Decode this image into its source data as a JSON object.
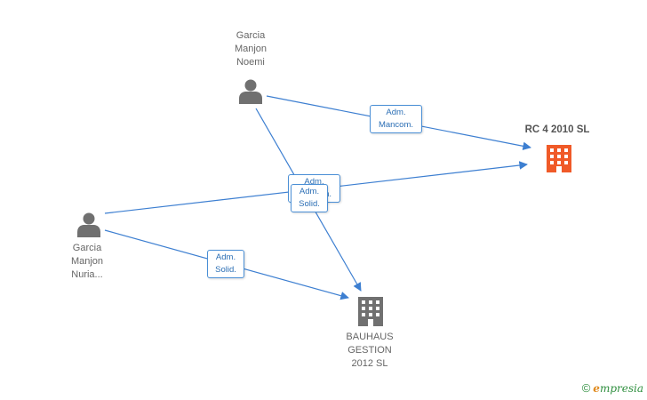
{
  "nodes": {
    "noemi": {
      "label": "Garcia\nManjon\nNoemi"
    },
    "nuria": {
      "label": "Garcia\nManjon\nNuria..."
    },
    "rc4": {
      "label": "RC 4 2010 SL"
    },
    "bauhaus": {
      "label": "BAUHAUS\nGESTION\n2012 SL"
    }
  },
  "relations": {
    "noemi_rc4": "Adm.\nMancom.",
    "noemi_bauhaus": "Adm.\nSolid.",
    "nuria_rc4": "Adm.\nMancom.",
    "nuria_bauhaus": "Adm.\nSolid."
  },
  "colors": {
    "edge": "#3d7fd1",
    "person": "#707070",
    "company_active": "#f05a28",
    "company_inactive": "#707070"
  },
  "watermark": {
    "copyright": "©",
    "brand_e": "e",
    "brand_rest": "mpresia"
  }
}
